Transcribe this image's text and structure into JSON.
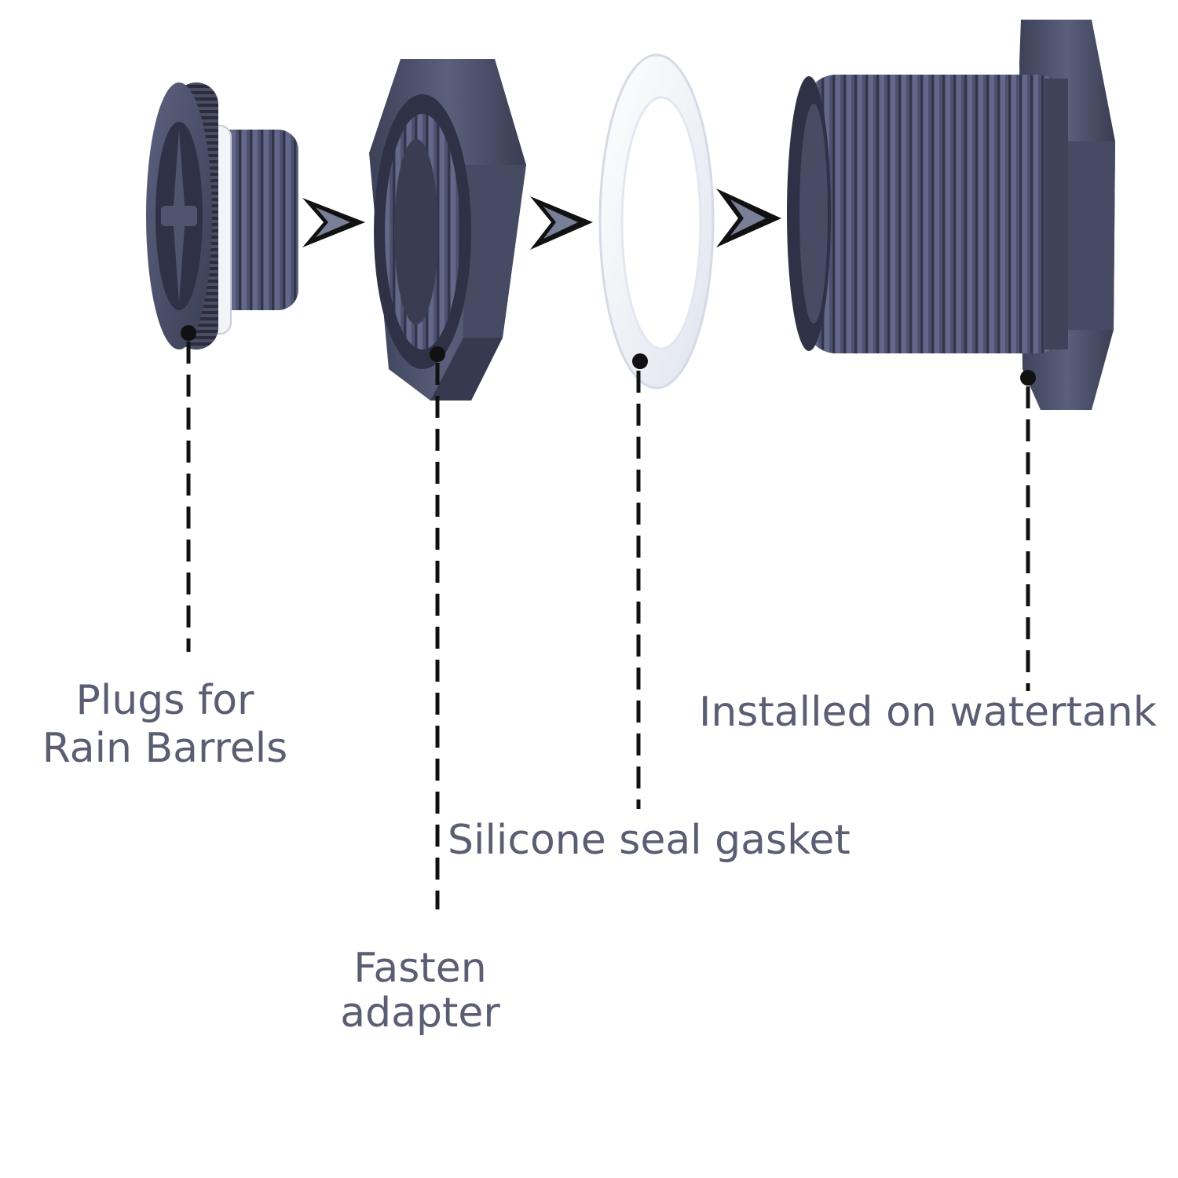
{
  "colors": {
    "label_text": "#5b5e73",
    "part_body": "#4a4e66",
    "part_dark": "#2f3246",
    "part_light": "#6d7290",
    "gasket": "#eef1f6",
    "leader_line": "#111111"
  },
  "parts": [
    {
      "id": "plug",
      "icon": "rain-barrel-plug-icon"
    },
    {
      "id": "nut",
      "icon": "hex-nut-icon"
    },
    {
      "id": "gasket",
      "icon": "seal-ring-icon"
    },
    {
      "id": "fitting",
      "icon": "threaded-bulkhead-fitting-icon"
    }
  ],
  "labels": {
    "plugs": {
      "line1": "Plugs for",
      "line2": "Rain Barrels"
    },
    "fasten": {
      "line1": "Fasten",
      "line2": "adapter"
    },
    "gasket": {
      "text": "Silicone seal gasket"
    },
    "tank": {
      "text": "Installed on watertank"
    }
  }
}
